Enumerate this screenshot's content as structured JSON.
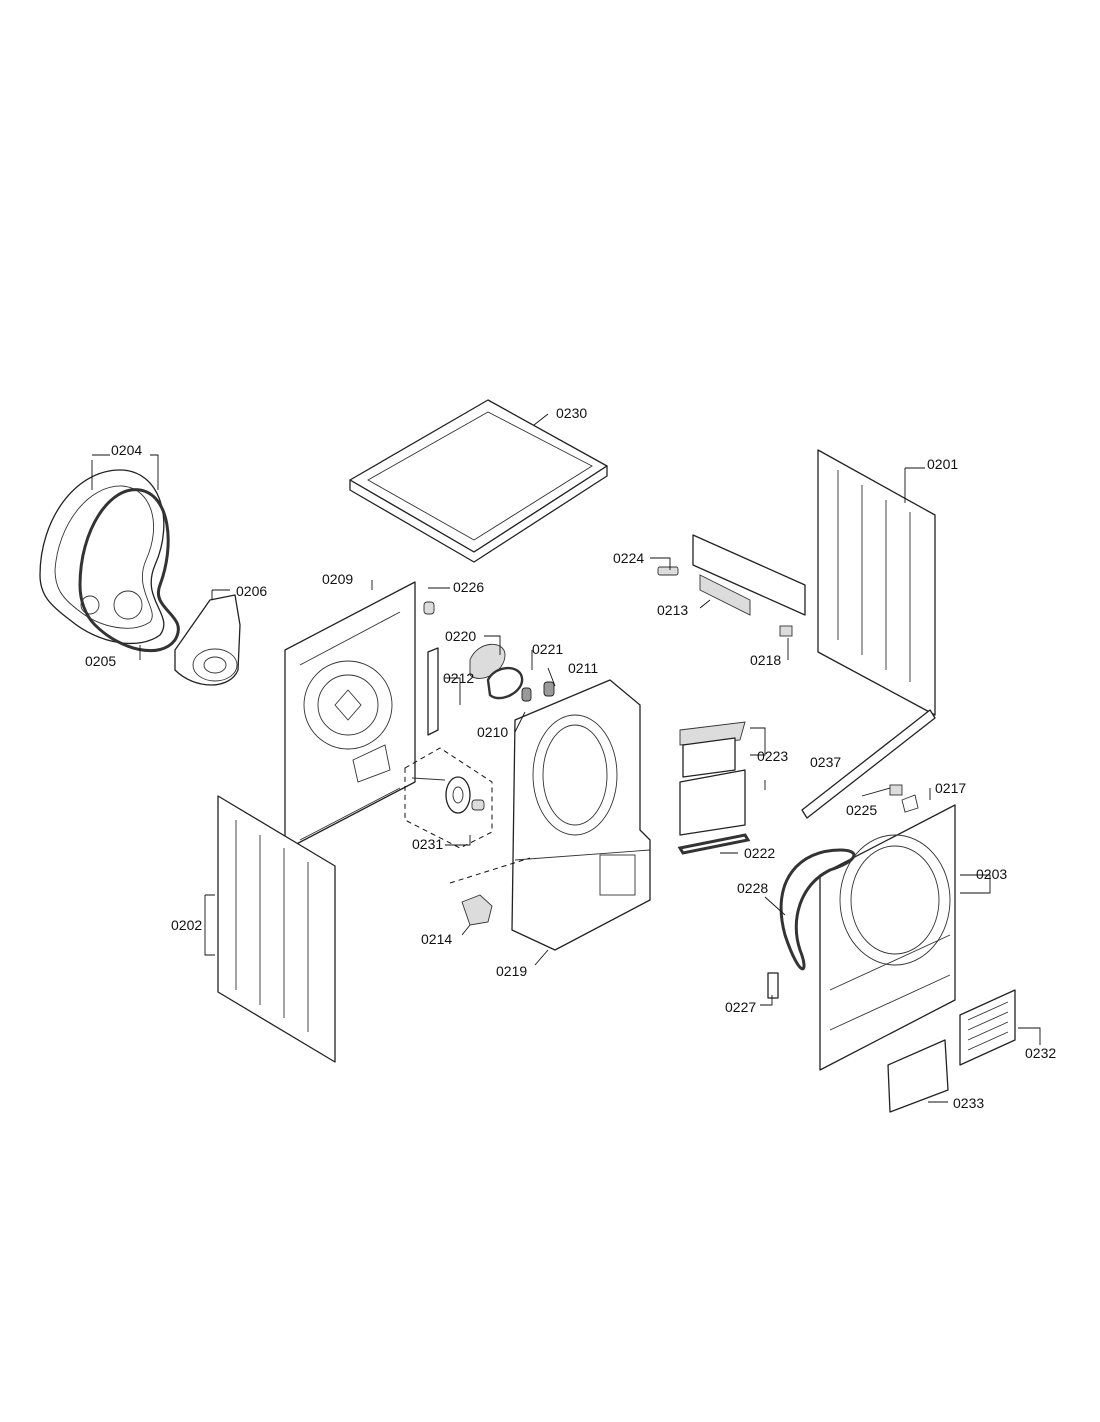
{
  "diagram": {
    "callouts": [
      {
        "id": "0230",
        "label": "0230"
      },
      {
        "id": "0204",
        "label": "0204"
      },
      {
        "id": "0201",
        "label": "0201"
      },
      {
        "id": "0206",
        "label": "0206"
      },
      {
        "id": "0224",
        "label": "0224"
      },
      {
        "id": "0209",
        "label": "0209"
      },
      {
        "id": "0226",
        "label": "0226"
      },
      {
        "id": "0213",
        "label": "0213"
      },
      {
        "id": "0205",
        "label": "0205"
      },
      {
        "id": "0220",
        "label": "0220"
      },
      {
        "id": "0221",
        "label": "0221"
      },
      {
        "id": "0218",
        "label": "0218"
      },
      {
        "id": "0211",
        "label": "0211"
      },
      {
        "id": "0212",
        "label": "0212"
      },
      {
        "id": "0210",
        "label": "0210"
      },
      {
        "id": "0223",
        "label": "0223"
      },
      {
        "id": "0237",
        "label": "0237"
      },
      {
        "id": "0217",
        "label": "0217"
      },
      {
        "id": "0225",
        "label": "0225"
      },
      {
        "id": "0231",
        "label": "0231"
      },
      {
        "id": "0222",
        "label": "0222"
      },
      {
        "id": "0203",
        "label": "0203"
      },
      {
        "id": "0228",
        "label": "0228"
      },
      {
        "id": "0202",
        "label": "0202"
      },
      {
        "id": "0214",
        "label": "0214"
      },
      {
        "id": "0219",
        "label": "0219"
      },
      {
        "id": "0227",
        "label": "0227"
      },
      {
        "id": "0232",
        "label": "0232"
      },
      {
        "id": "0233",
        "label": "0233"
      }
    ]
  }
}
